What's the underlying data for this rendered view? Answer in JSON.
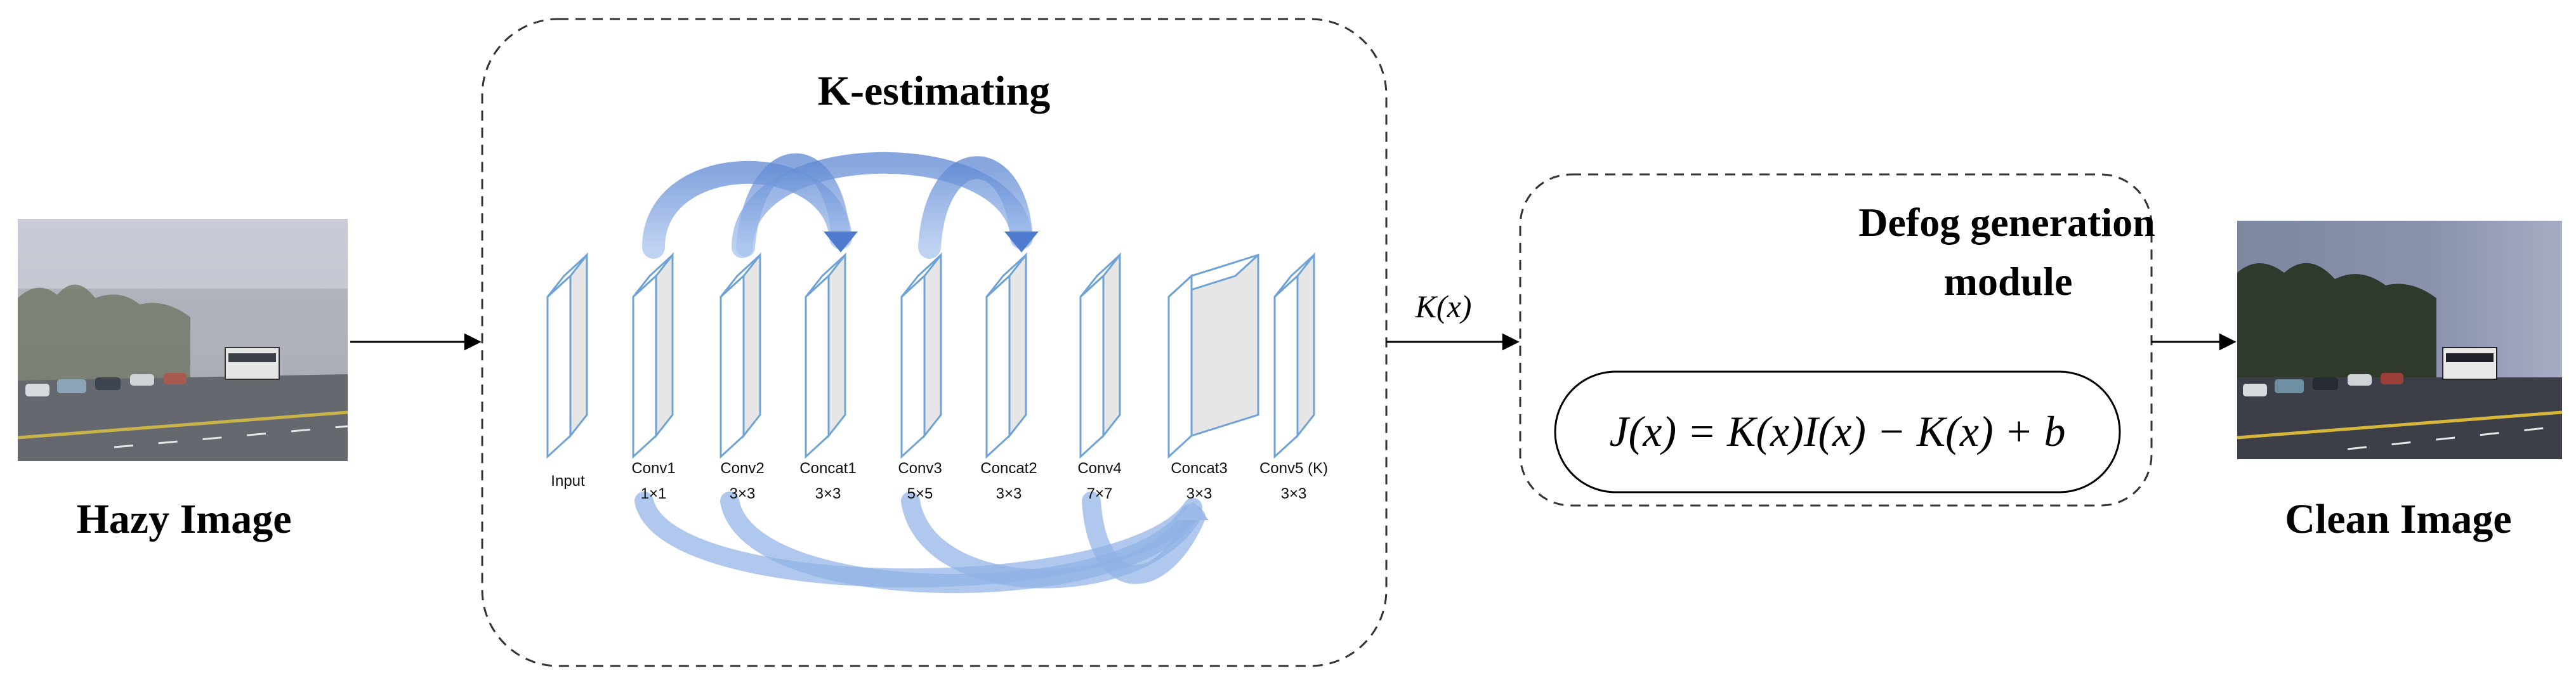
{
  "hazy_image": {
    "caption": "Hazy Image"
  },
  "clean_image": {
    "caption": "Clean Image"
  },
  "k_estimating": {
    "title": "K-estimating",
    "layers": [
      {
        "name": "Input",
        "kernel": ""
      },
      {
        "name": "Conv1",
        "kernel": "1×1"
      },
      {
        "name": "Conv2",
        "kernel": "3×3"
      },
      {
        "name": "Concat1",
        "kernel": "3×3"
      },
      {
        "name": "Conv3",
        "kernel": "5×5"
      },
      {
        "name": "Concat2",
        "kernel": "3×3"
      },
      {
        "name": "Conv4",
        "kernel": "7×7"
      },
      {
        "name": "Concat3",
        "kernel": "3×3"
      },
      {
        "name": "Conv5 (K)",
        "kernel": "3×3"
      }
    ]
  },
  "k_output": {
    "label": "K(x)"
  },
  "defog_module": {
    "title_line1": "Defog generation",
    "title_line2": "module",
    "equation": "J(x) = K(x)I(x) − K(x) + b"
  },
  "colors": {
    "arrow_blue": "#5b84cf",
    "layer_edge": "#6fa3d6",
    "layer_fill": "#e6e6e6",
    "dashed_border": "#333333"
  }
}
